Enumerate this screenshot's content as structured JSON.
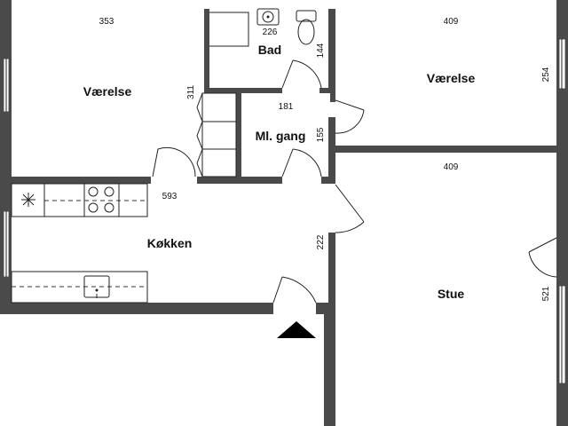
{
  "rooms": {
    "vaerelse_left": "Værelse",
    "bad": "Bad",
    "vaerelse_right": "Værelse",
    "gang": "Ml. gang",
    "kokken": "Køkken",
    "stue": "Stue"
  },
  "dimensions": {
    "d353": "353",
    "d226": "226",
    "d144": "144",
    "d409_top": "409",
    "d254": "254",
    "d311": "311",
    "d181": "181",
    "d155": "155",
    "d409_mid": "409",
    "d593": "593",
    "d222": "222",
    "d521": "521"
  },
  "colors": {
    "wall": "#4a4a4a",
    "text": "#111111",
    "background": "#ffffff"
  },
  "icons": {
    "entrance": "entrance-arrow-icon"
  }
}
